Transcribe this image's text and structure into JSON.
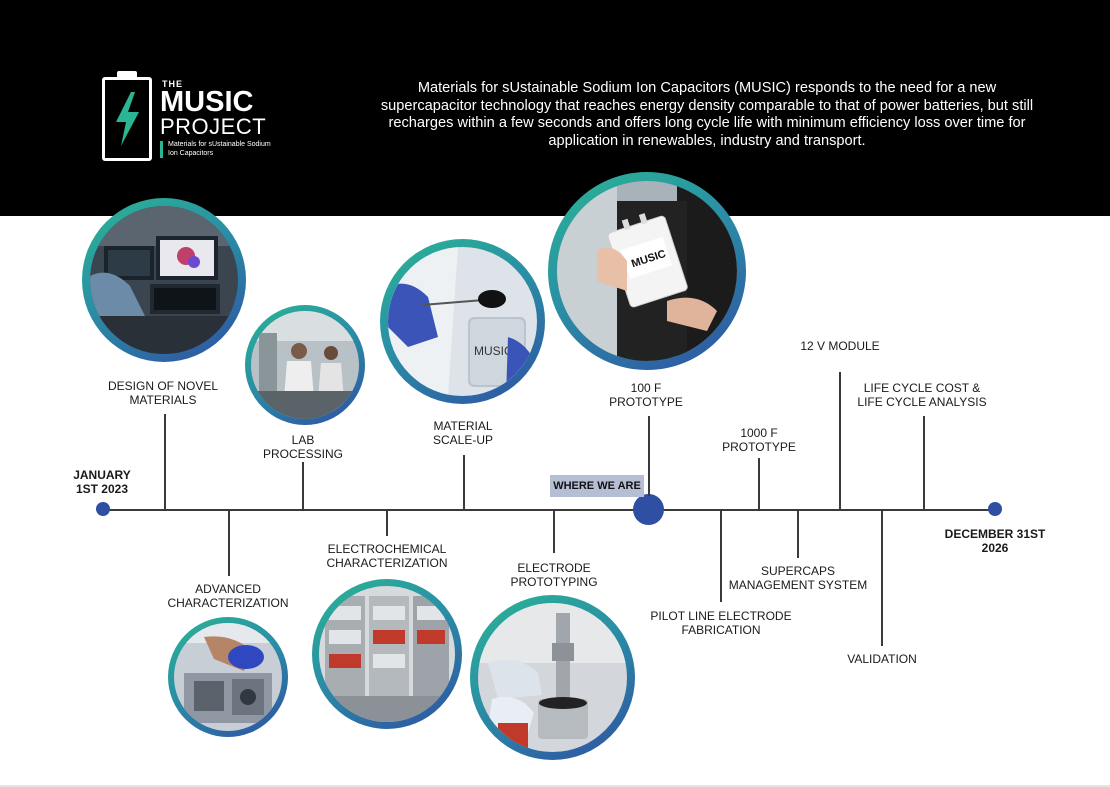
{
  "header": {
    "logo": {
      "the": "THE",
      "music": "MUSIC",
      "project": "PROJECT",
      "subtitle": "Materials for sUstainable Sodium Ion Capacitors"
    },
    "intro": "Materials for sUstainable Sodium Ion Capacitors (MUSIC) responds to the need for a new supercapacitor technology that reaches energy density comparable to that of power batteries, but still recharges within a few seconds and offers long cycle life with minimum efficiency loss over time for application in renewables, industry and transport."
  },
  "timeline": {
    "start": "JANUARY 1st 2023",
    "end": "DECEMBER 31st 2026",
    "current": "WHERE WE ARE",
    "milestones_above": [
      "DESIGN OF NOVEL MATERIALS",
      "LAB PROCESSING",
      "MATERIAL SCALE-UP",
      "100 F PROTOTYPE",
      "1000 F PROTOTYPE",
      "12 V MODULE",
      "LIFE CYCLE COST & LIFE CYCLE ANALYSIS"
    ],
    "milestones_below": [
      "ADVANCED CHARACTERIZATION",
      "ELECTROCHEMICAL CHARACTERIZATION",
      "ELECTRODE PROTOTYPING",
      "PILOT LINE ELECTRODE FABRICATION",
      "SUPERCAPS MANAGEMENT SYSTEM",
      "VALIDATION"
    ],
    "progress_label": "WHERE WE ARE"
  },
  "photo_labels": {
    "jar": "MUSIC",
    "device": "MUSIC"
  },
  "colors": {
    "header_bg": "#000000",
    "accent_green": "#2bb594",
    "accent_blue": "#2f4fa3",
    "marker_fill": "#b6bed6"
  }
}
